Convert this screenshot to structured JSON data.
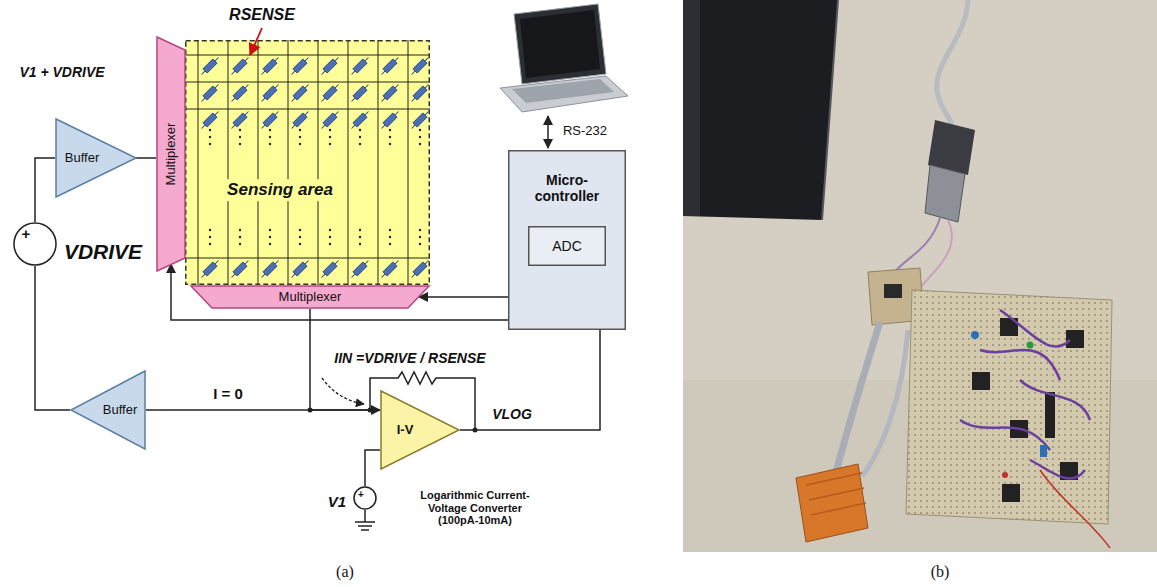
{
  "diagram": {
    "nodes": [
      {
        "text": [
          "Sensing area"
        ]
      },
      {
        "text": [
          "Multiplexer"
        ]
      },
      {
        "text": [
          "Buffer"
        ]
      },
      {
        "text": [
          "+",
          "VDRIVE"
        ]
      },
      {
        "text": [
          "Micro- controller"
        ]
      },
      {
        "text": [
          "ADC"
        ],
        "in": 4
      },
      {
        "text": [
          "Multiplexer"
        ]
      },
      {
        "text": [
          "Buffer"
        ]
      },
      {
        "text": [
          "I-V",
          "Logarithmic Current-Voltage Converter (100pA-10mA)"
        ]
      },
      {
        "text": [
          "+",
          "V1"
        ]
      }
    ],
    "edges": [
      {
        "from": 2,
        "to": 1,
        "arrow": "none"
      },
      {
        "from": 3,
        "to": 2,
        "arrow": "none"
      },
      {
        "from": 7,
        "to": 3,
        "arrow": "none"
      },
      {
        "from": 4,
        "to": 6,
        "arrow": "to"
      },
      {
        "from": 4,
        "to": 1,
        "arrow": "to"
      },
      {
        "from": 6,
        "to": 8,
        "arrow": "to",
        "label": "IIN =VDRIVE / RSENSE"
      },
      {
        "from": 8,
        "to": 7,
        "arrow": "none",
        "label": "I = 0"
      },
      {
        "from": 8,
        "to": 4,
        "arrow": "none",
        "label": "VLOG"
      },
      {
        "from": 9,
        "to": 8,
        "arrow": "none"
      }
    ],
    "labels": [
      "RSENSE",
      "V1 + VDRIVE",
      "RS-232",
      "(a)",
      "(b)"
    ]
  }
}
